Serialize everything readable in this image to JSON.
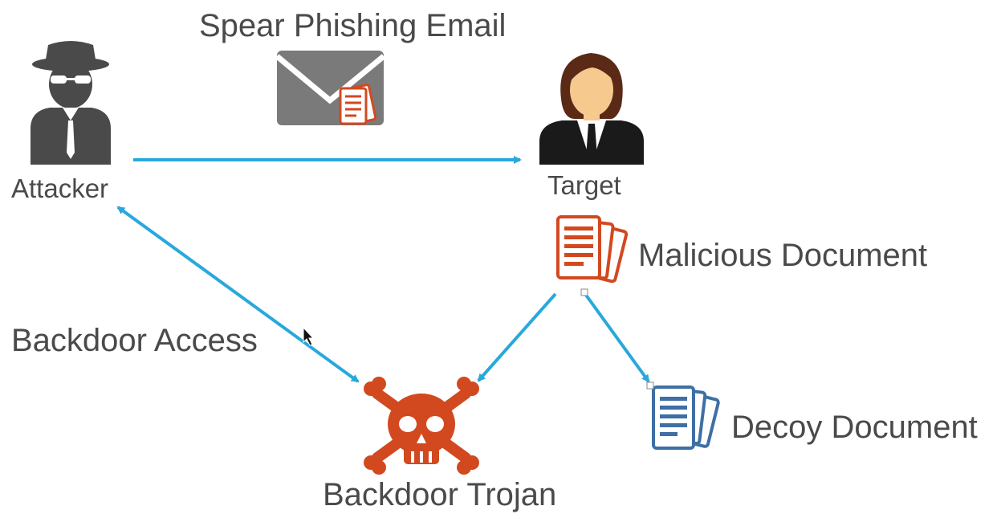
{
  "title": "Spear Phishing Email",
  "nodes": {
    "attacker": "Attacker",
    "target": "Target",
    "malicious_document": "Malicious Document",
    "decoy_document": "Decoy Document",
    "backdoor_trojan": "Backdoor Trojan"
  },
  "edges": {
    "backdoor_access": "Backdoor Access"
  },
  "colors": {
    "arrow": "#29a8dc",
    "icon_dark": "#4a4a4a",
    "malicious": "#d2491f",
    "decoy": "#3e6fa5",
    "text": "#4a4a4a"
  },
  "icons": [
    "attacker-icon",
    "envelope-icon",
    "target-person-icon",
    "malicious-document-icon",
    "skull-crossbones-icon",
    "decoy-document-icon",
    "mouse-cursor-icon"
  ]
}
